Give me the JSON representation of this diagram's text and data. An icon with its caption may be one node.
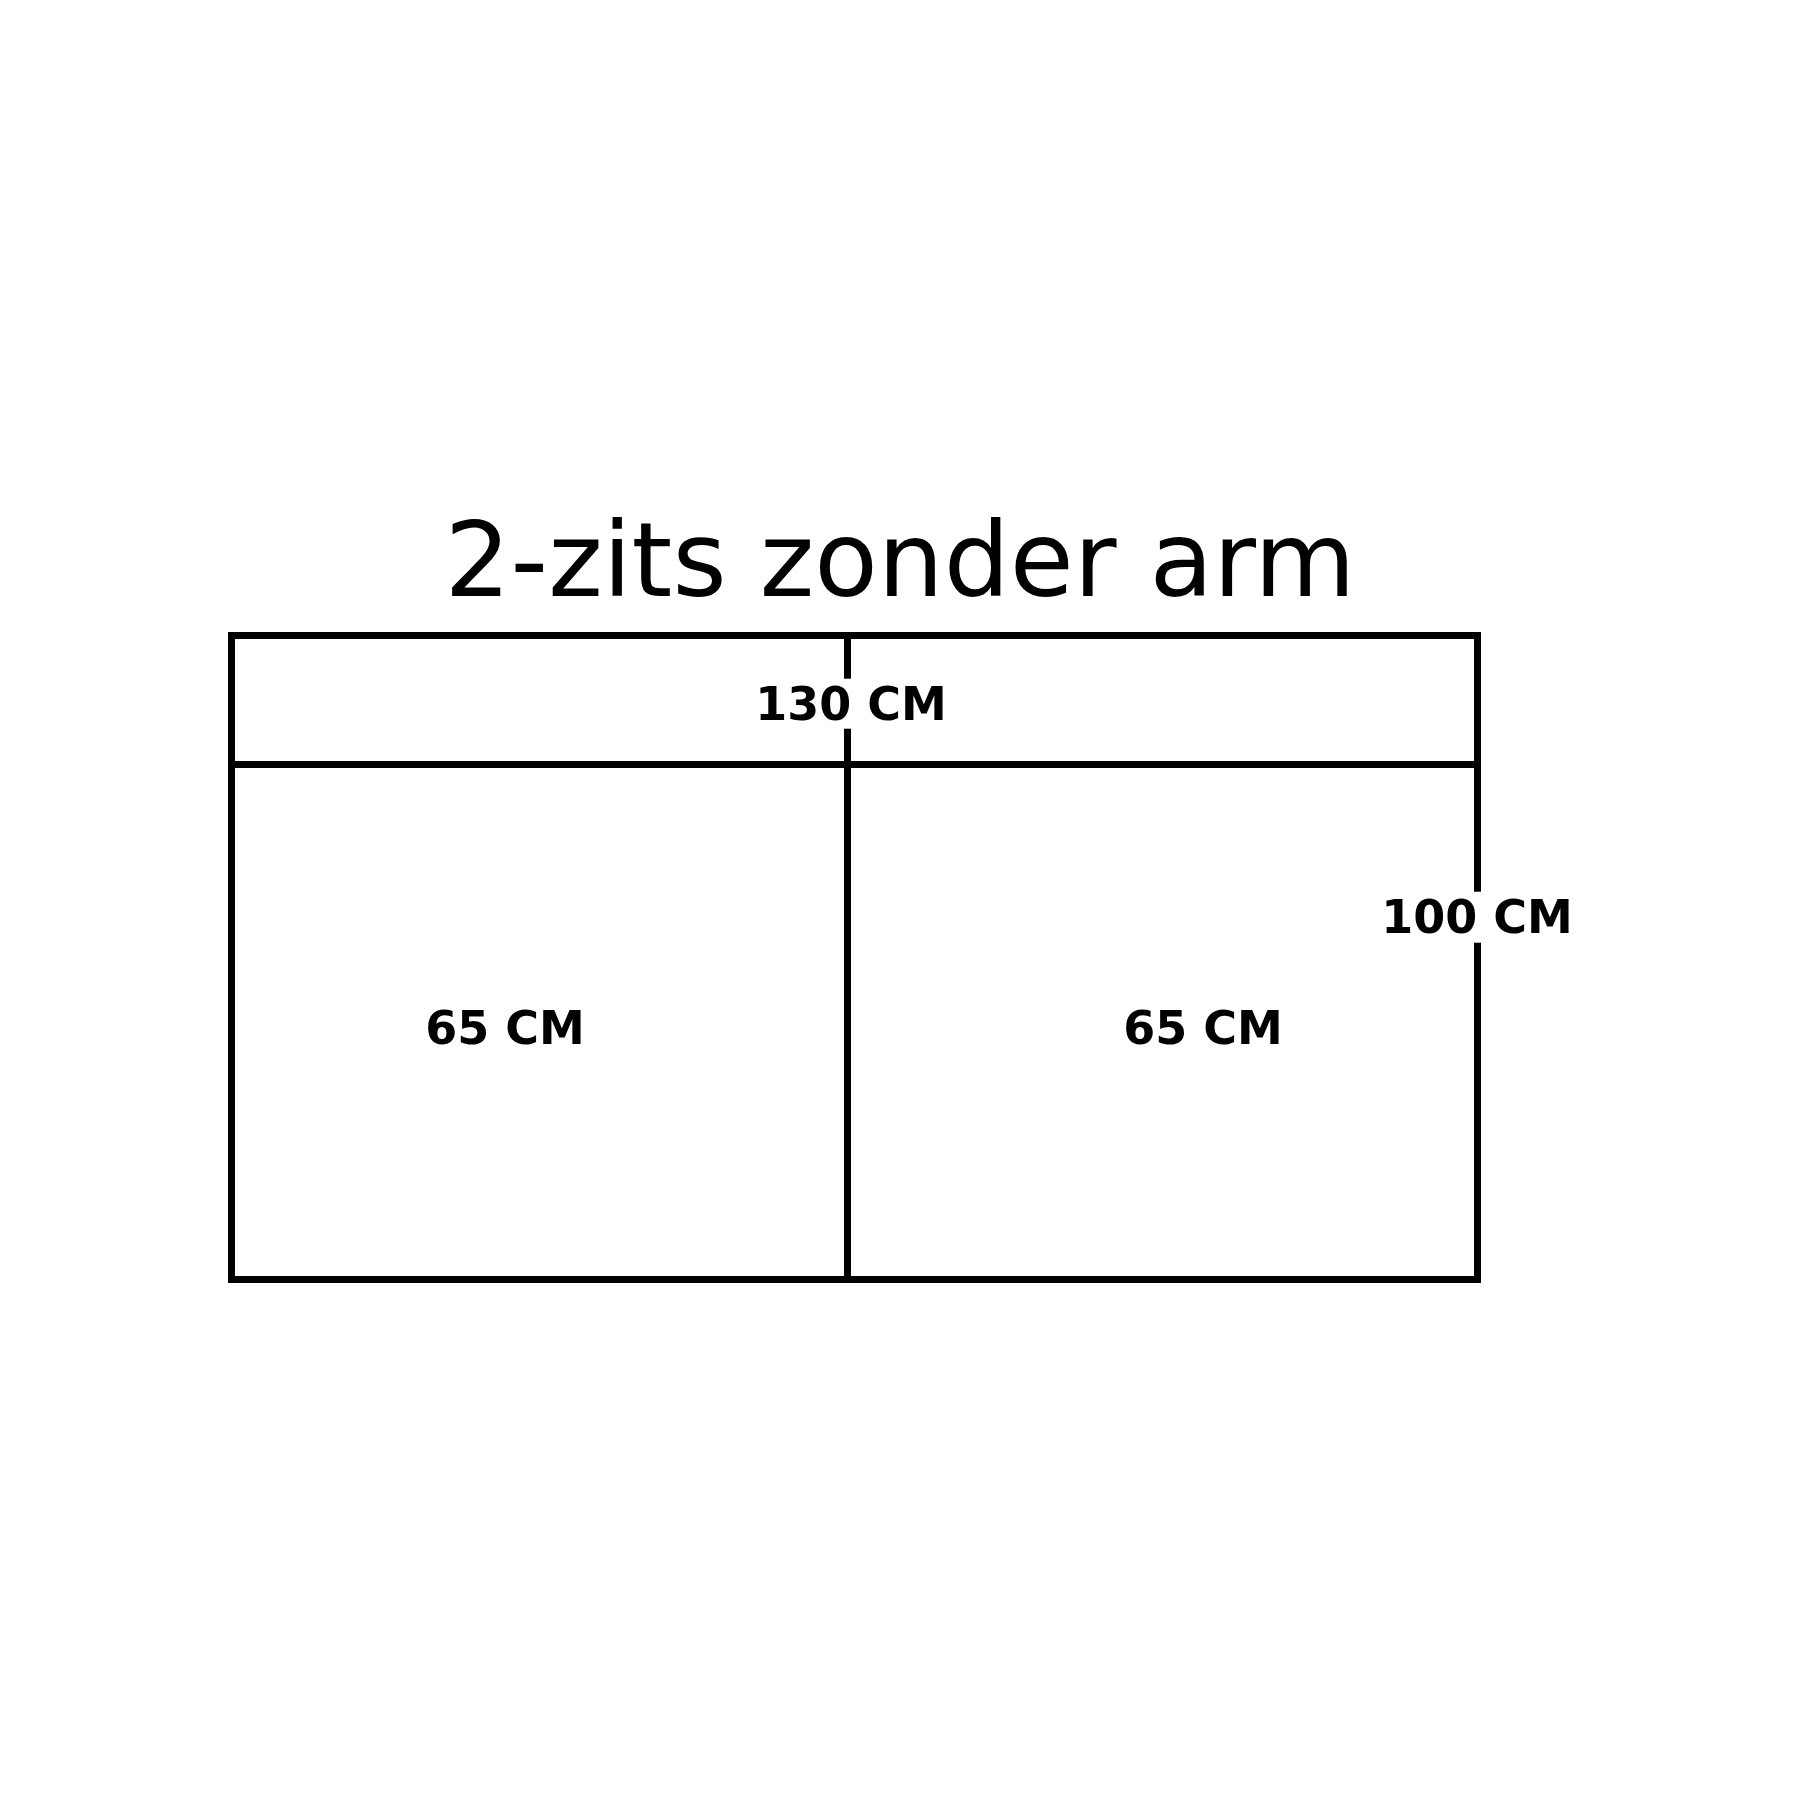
{
  "diagram": {
    "title": "2-zits zonder arm",
    "nodes": [
      {
        "text": [],
        "shape": "box"
      },
      {
        "text": [
          "130 CM"
        ],
        "in": 0
      },
      {
        "text": [
          "65 CM"
        ],
        "in": 0
      },
      {
        "text": [
          "65 CM"
        ],
        "in": 0
      }
    ],
    "labels": [
      "100 CM"
    ]
  }
}
